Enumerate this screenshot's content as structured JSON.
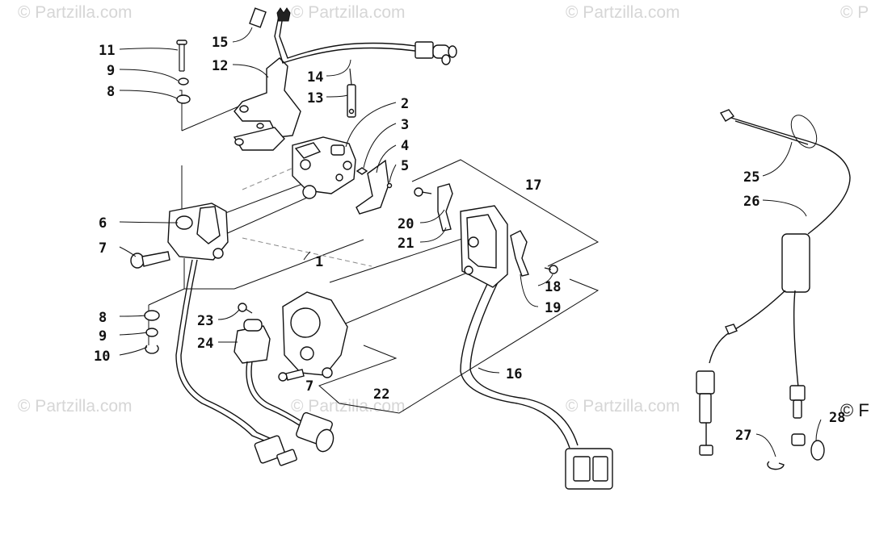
{
  "watermark": {
    "text": "© Partzilla.com",
    "clipped_text": "© P",
    "edge_text": "© F"
  },
  "callouts": {
    "c1": "1",
    "c2": "2",
    "c3": "3",
    "c4": "4",
    "c5": "5",
    "c6": "6",
    "c7a": "7",
    "c7b": "7",
    "c8a": "8",
    "c8b": "8",
    "c9a": "9",
    "c9b": "9",
    "c10": "10",
    "c11": "11",
    "c12": "12",
    "c13": "13",
    "c14": "14",
    "c15": "15",
    "c16": "16",
    "c17": "17",
    "c18": "18",
    "c19": "19",
    "c20": "20",
    "c21": "21",
    "c22": "22",
    "c23": "23",
    "c24": "24",
    "c25": "25",
    "c26": "26",
    "c27": "27",
    "c28": "28"
  }
}
